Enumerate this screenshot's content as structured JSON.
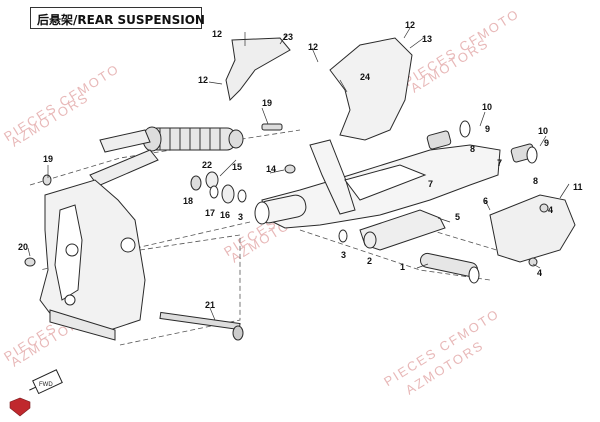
{
  "title": "后悬架/REAR SUSPENSION",
  "watermark": {
    "line1": "PIECES CFMOTO",
    "line2": "AZMOTORS"
  },
  "badge": {
    "fwd_label": "FWD",
    "logo_name": "azmotors-logo-icon"
  },
  "callouts": [
    "1",
    "2",
    "3",
    "3",
    "4",
    "4",
    "5",
    "6",
    "7",
    "7",
    "8",
    "8",
    "9",
    "9",
    "10",
    "10",
    "11",
    "12",
    "12",
    "12",
    "12",
    "13",
    "14",
    "15",
    "16",
    "17",
    "18",
    "19",
    "19",
    "20",
    "21",
    "22",
    "23",
    "24"
  ],
  "colors": {
    "line": "#2a2a2a",
    "fill": "#f4f4f4",
    "watermark": "#e8b8b8",
    "logo": "#c0282d"
  }
}
